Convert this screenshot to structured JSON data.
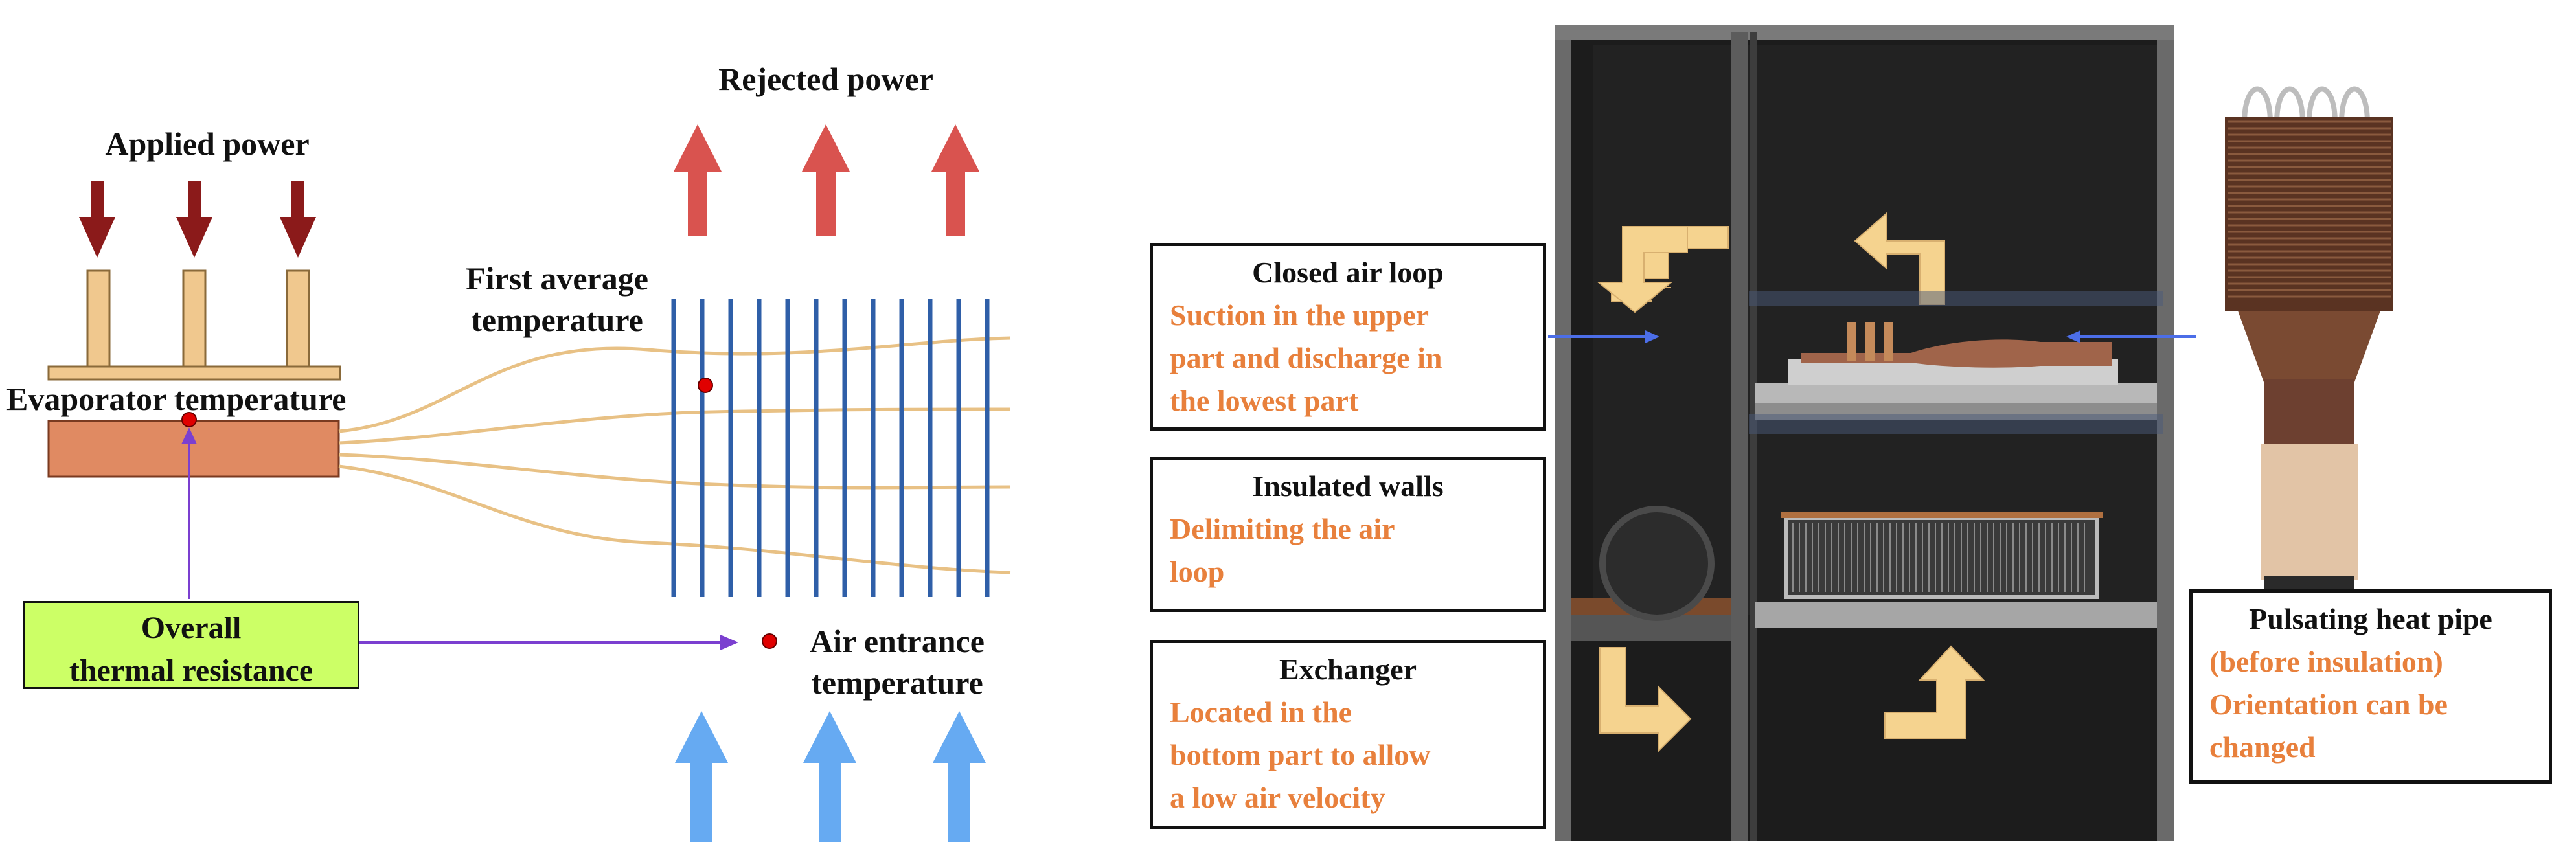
{
  "colors": {
    "power_arrow": "#8b1a1a",
    "rejected_arrow": "#d9534f",
    "inlet_arrow": "#66aaf2",
    "fin_line": "#2f5fa8",
    "pipe": "#e8c185",
    "evaporator": "#e08a62",
    "indicator": "#7b3fd0",
    "marker": "#e00000",
    "resistance_box": "#ccff66",
    "callout_body": "#e8803c",
    "loop_arrow": "#f5d38f"
  },
  "schematic": {
    "applied_power": "Applied power",
    "rejected_power": "Rejected power",
    "first_avg_temp": [
      "First average",
      "temperature"
    ],
    "evaporator_temp": "Evaporator temperature",
    "air_entrance_temp": [
      "Air entrance",
      "temperature"
    ],
    "overall_resistance": [
      "Overall",
      "thermal resistance"
    ]
  },
  "callouts": {
    "closed_loop": {
      "title": "Closed air loop",
      "body": [
        "Suction in the upper",
        "part and discharge in",
        "the lowest part"
      ]
    },
    "insulated": {
      "title": "Insulated walls",
      "body": [
        "Delimiting the air",
        "loop"
      ]
    },
    "exchanger": {
      "title": "Exchanger",
      "body": [
        "Located in the",
        "bottom part to allow",
        "a low air velocity"
      ]
    },
    "php": {
      "title": "Pulsating heat pipe",
      "body": [
        "(before insulation)",
        "Orientation can be",
        "changed"
      ]
    }
  },
  "icons": {
    "power_arrows": "arrow-down-icon",
    "rejected_arrows": "arrow-up-icon",
    "inlet_arrows": "arrow-up-icon",
    "loop_arrows": "elbow-arrow-icon"
  }
}
